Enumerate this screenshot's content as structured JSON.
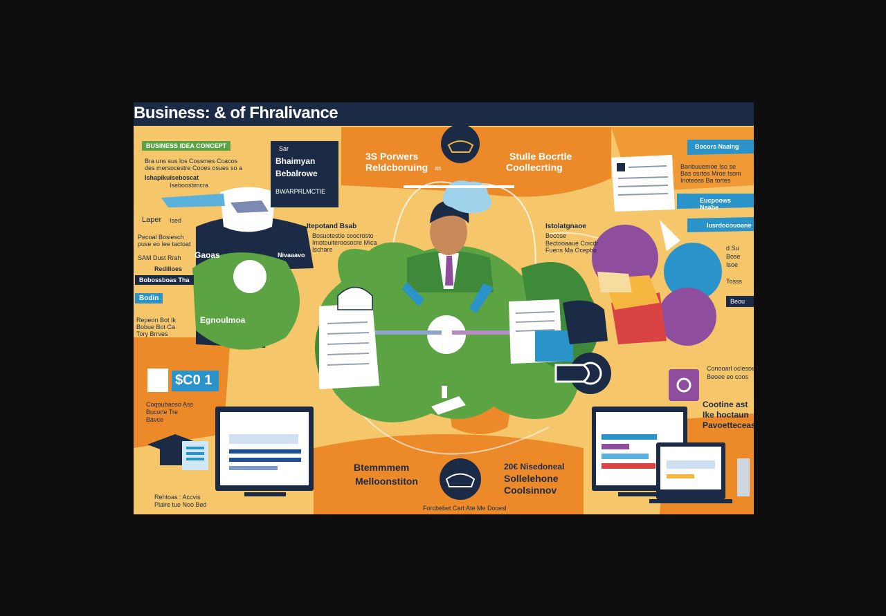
{
  "title": "Business: & of Fhralivance",
  "top_center": {
    "left_line1": "3S Porwers",
    "left_line2": "Reldcboruing",
    "left_suffix": "as",
    "right_line1": "Stulle Bocrtle",
    "right_line2": "Coollecrting"
  },
  "navy_box": {
    "small": "Sar",
    "line1": "Bhaimyan",
    "line2": "Bebalrowe",
    "line3": "BWARPRLMCTIE"
  },
  "left_panel": {
    "banner": "BUSINESS IDEA CONCEPT",
    "para1": "Bra uns sus los Cossmes Ccacos",
    "para2": "des mersocestre Cooes osues so a",
    "heading": "Ishapikuiseboscat",
    "sub": "Iseboostimcra",
    "label_laper": "Laper",
    "label_red": "Ised",
    "p_para1": "Pecoal Bosiesch",
    "p_para2": "puse eo Iee tactoat",
    "sam": "SAM Dust Rrah",
    "rediaes": "Redilioes",
    "rediaes_sub": "Bobossboas Tha",
    "tag_teal": "Bodin",
    "n_para1": "Repeon Bot Ik",
    "n_para2": "Bobue Bot Ca",
    "n_para3": "Tory Brrves",
    "price": "$C0 1",
    "bot1": "Coqoubaoso Ass",
    "bot2": "Bucorle Tre",
    "bot3": "Bavco",
    "caption1": "Rehtoas : Accvis",
    "caption2": "Plaire tue Noo Bed"
  },
  "center": {
    "label_gauge": "Gaoas",
    "label_n": "Nivaaavo",
    "label_epea": "Egnoulmoa",
    "mid_heading": "Itepotand Bsab",
    "mid_para1": "Bosuotestio coocrosto",
    "mid_para2": "Imotouiteroosocre Mica",
    "mid_para3": "Ischare",
    "right_heading": "Istolatgnaoe",
    "right_sub": "Bocose",
    "right_para1": "Bectooaaue Coicdr",
    "right_para2": "Fuens Ma Ocepbe"
  },
  "right_panel": {
    "tag1": "Bocors Naaing",
    "para1": "Banbuuemoe Iso se",
    "para2": "Bas osrtos Mroe Isom",
    "para3": "Inoteoss Ba tortes",
    "tag2": "Eucpoows Naabe",
    "tag3": "Iusrdocouoane",
    "r_para1": "d Su",
    "r_para2": "Bose",
    "r_para3": "Isoe",
    "r_para4": "Tosss",
    "r_tag": "Beou",
    "cc_head": "Conooarl oclesoe",
    "cc_sub": "Beoee eo coos",
    "cc_big1": "Cootine ast",
    "cc_big2": "Ike hoctaun",
    "cc_big3": "Pavoetteceas"
  },
  "bottom": {
    "left_line1": "Btemmmem",
    "left_line2": "Melloonstiton",
    "right_line1": "20€ Nisedoneal",
    "right_line2": "Sollelehone",
    "right_line3": "Coolsinnov",
    "footer": "Forcbebet Cart Ate Me Docesl"
  },
  "colors": {
    "navy": "#1c2b45",
    "orange": "#ec8a2a",
    "light_orange": "#f5c76a",
    "green": "#5ba343",
    "dark_green": "#3e8a3a",
    "teal": "#2a93c9",
    "purple": "#8e4d9d",
    "red": "#d94343"
  }
}
